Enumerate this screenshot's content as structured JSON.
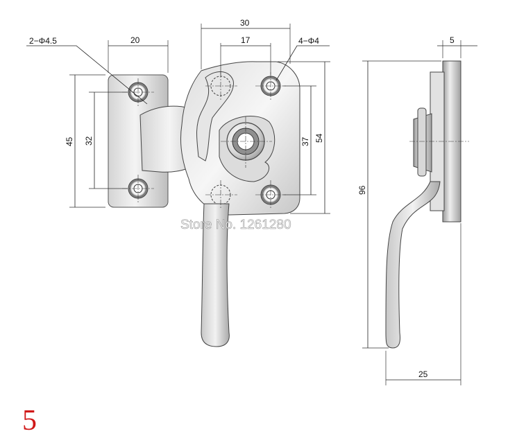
{
  "dimensions": {
    "holes_small": "2−Φ4.5",
    "holes_large": "4−Φ4",
    "plate_width": "20",
    "body_width": "30",
    "hole_spacing_horizontal": "17",
    "thickness": "5",
    "plate_height": "45",
    "plate_hole_spacing": "32",
    "body_hole_spacing": "37",
    "body_height": "54",
    "overall_height": "96",
    "side_depth": "25"
  },
  "watermark": "Store No. 1261280",
  "page_number": "5",
  "colors": {
    "page_number": "#d01818",
    "metal_light": "#f2f2f2",
    "metal_dark": "#8a8a8a",
    "outline": "#333333"
  }
}
